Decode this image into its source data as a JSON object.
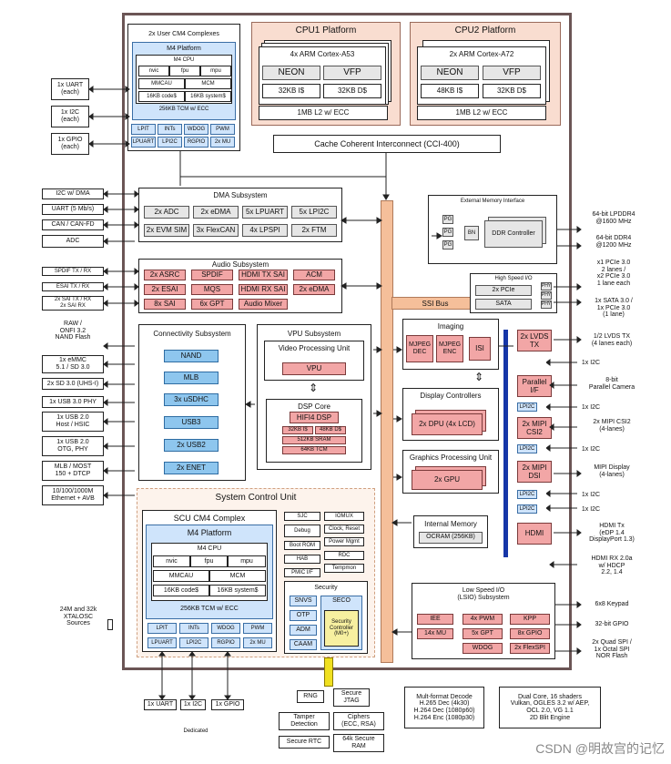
{
  "soc": {
    "user_cm4": {
      "title": "2x User CM4 Complexes",
      "platform_title": "M4 Platform",
      "cpu": "M4 CPU",
      "nvic": "nvic",
      "fpu": "fpu",
      "mpu": "mpu",
      "mmcau": "MMCAU",
      "mcm": "MCM",
      "code": "16KB code$",
      "system": "16KB system$",
      "tcm": "256KB TCM w/ ECC",
      "periph": [
        "LPIT",
        "INTs",
        "WDOG",
        "PWM",
        "LPUART",
        "LPI2C",
        "RGPIO",
        "2x MU"
      ]
    },
    "cpu1": {
      "title": "CPU1 Platform",
      "cores": "4x ARM Cortex-A53",
      "neon": "NEON",
      "vfp": "VFP",
      "icache": "32KB I$",
      "dcache": "32KB D$",
      "l2": "1MB L2 w/ ECC"
    },
    "cpu2": {
      "title": "CPU2 Platform",
      "cores": "2x ARM Cortex-A72",
      "neon": "NEON",
      "vfp": "VFP",
      "icache": "48KB I$",
      "dcache": "32KB D$",
      "l2": "1MB L2 w/ ECC"
    },
    "cci": "Cache Coherent Interconnect (CCI-400)",
    "dma": {
      "title": "DMA Subsystem",
      "items": [
        "2x ADC",
        "2x eDMA",
        "5x LPUART",
        "5x LPI2C",
        "2x EVM SIM",
        "3x FlexCAN",
        "4x LPSPI",
        "2x FTM"
      ]
    },
    "audio": {
      "title": "Audio Subsystem",
      "items": [
        "2x ASRC",
        "SPDIF",
        "HDMI TX SAI",
        "ACM",
        "2x ESAI",
        "MQS",
        "HDMI RX SAI",
        "2x eDMA",
        "8x SAI",
        "6x GPT",
        "Audio Mixer"
      ]
    },
    "ext_mem": {
      "title": "External Memory Interface",
      "pg": [
        "PG",
        "PG",
        "PG"
      ],
      "bn": "BN",
      "ddr": "DDR Controller",
      "lp": "64-bit LPDDR4\n@1600 MHz",
      "ddr4": "64-bit DDR4\n@1200 MHz"
    },
    "hsio": {
      "title": "High Speed I/O",
      "pcie": "2x PCIe",
      "sata": "SATA",
      "phy": [
        "PHY",
        "PHY",
        "PHY"
      ]
    },
    "ssi_bus": "SSI Bus",
    "connectivity": {
      "title": "Connectivity Subsystem",
      "items": [
        "NAND",
        "MLB",
        "3x uSDHC",
        "USB3",
        "2x USB2",
        "2x ENET"
      ]
    },
    "vpu": {
      "title": "VPU Subsystem",
      "unit": "Video Processing Unit",
      "vpu": "VPU",
      "dsp_title": "DSP Core",
      "dsp": "HIFI4 DSP",
      "i": "32KB I$",
      "d": "48KB D$",
      "sram": "512KB SRAM",
      "tcm": "64KB TCM"
    },
    "imaging": {
      "title": "Imaging",
      "mjpeg_dec": "MJPEG\nDEC",
      "mjpeg_enc": "MJPEG\nENC",
      "isi": "ISI"
    },
    "display": {
      "title": "Display Controllers",
      "dpu": "2x DPU (4x LCD)"
    },
    "gpu": {
      "title": "Graphics Processing Unit",
      "gpu": "2x GPU"
    },
    "internal_mem": {
      "title": "Internal Memory",
      "ocram": "OCRAM (256KB)"
    },
    "scu": {
      "title": "System Control Unit",
      "cm4_title": "SCU CM4 Complex",
      "platform": "M4 Platform",
      "cpu": "M4 CPU",
      "nvic": "nvic",
      "fpu": "fpu",
      "mpu": "mpu",
      "mmcau": "MMCAU",
      "mcm": "MCM",
      "code": "16KB code$",
      "system": "16KB system$",
      "tcm": "256KB TCM w/ ECC",
      "periph": [
        "LPIT",
        "INTs",
        "WDOG",
        "PWM",
        "LPUART",
        "LPI2C",
        "RGPIO",
        "2x MU"
      ],
      "misc": [
        "SJC",
        "IOMUX",
        "Debug",
        "Clock, Reset",
        "Boot ROM",
        "Power Mgmt",
        "HAB",
        "RDC",
        "PMIC I/F",
        "Tempmon"
      ],
      "sec_title": "Security",
      "snvs": "SNVS",
      "otp": "OTP",
      "adm": "ADM",
      "caam": "CAAM",
      "seco": "SECO",
      "seco_ctrl": "Security\nController\n(M0+)"
    },
    "lsio": {
      "title": "Low Speed I/O\n(LSIO) Subsystem",
      "items": [
        "IEE",
        "4x PWM",
        "KPP",
        "14x MU",
        "5x GPT",
        "8x GPIO",
        "WDOG",
        "2x FlexSPI"
      ]
    },
    "right_blocks": {
      "lvds": "2x LVDS\nTX",
      "parallel": "Parallel\nI/F",
      "csi2": "2x MIPI\nCSI2",
      "dsi": "2x MIPI\nDSI",
      "hdmi": "HDMI",
      "lpi2c": "LPI2C"
    }
  },
  "left_io": [
    "1x UART\n(each)",
    "1x I2C\n(each)",
    "1x GPIO\n(each)",
    "I2C w/ DMA",
    "UART (5 Mb/s)",
    "CAN / CAN-FD",
    "ADC",
    "SPDIF TX / RX",
    "ESAI TX / RX",
    "2x SAI TX / RX\n2x SAI RX",
    "RAW /\nONFI 3.2\nNAND Flash",
    "1x eMMC\n5.1 / SD 3.0",
    "2x SD 3.0 (UHS-I)",
    "1x USB 3.0 PHY",
    "1x USB 2.0\nHost / HSIC",
    "1x USB 2.0\nOTG, PHY",
    "MLB / MOST\n150 + DTCP",
    "10/100/1000M\nEthernet + AVB",
    "24M and 32k\nXTALOSC\nSources"
  ],
  "right_io": {
    "pcie": "x1 PCIe 3.0\n2 lanes /\nx2 PCIe 3.0\n1 lane each",
    "sata": "1x SATA 3.0 /\n1x PCIe 3.0\n(1 lane)",
    "lvds": "1/2 LVDS TX\n(4 lanes each)",
    "i2c": "1x I2C",
    "parallel": "8-bit\nParallel Camera",
    "csi2": "2x MIPI CSI2\n(4-lanes)",
    "dsi": "MIPI Display\n(4-lanes)",
    "hdmi_tx": "HDMI Tx\n(eDP 1.4\nDisplayPort 1.3)",
    "hdmi_rx": "HDMI RX 2.0a\nw/ HDCP\n2.2, 1.4",
    "keypad": "6x8 Keypad",
    "gpio": "32-bit GPIO",
    "spi": "2x Quad SPI /\n1x Octal SPI\nNOR Flash"
  },
  "bottom": {
    "uart": "1x UART",
    "i2c": "1x I2C",
    "gpio": "1x GPIO",
    "dedicated": "Dedicated",
    "rng": "RNG",
    "jtag": "Secure\nJTAG",
    "tamper": "Tamper\nDetection",
    "ciphers": "Ciphers\n(ECC, RSA)",
    "rtc": "Secure RTC",
    "ram": "64k Secure\nRAM",
    "decode": "Mult-format Decode\nH.265 Dec (4k30)\nH.264 Dec (1080p60)\nH.264 Enc (1080p30)",
    "gpu_info": "Dual Core, 16 shaders\nVulkan, OGLES 3.2 w/ AEP,\nOCL 2.0, VG 1.1\n2D Blit Engine",
    "watermark": "CSDN @明故宫的记忆"
  }
}
